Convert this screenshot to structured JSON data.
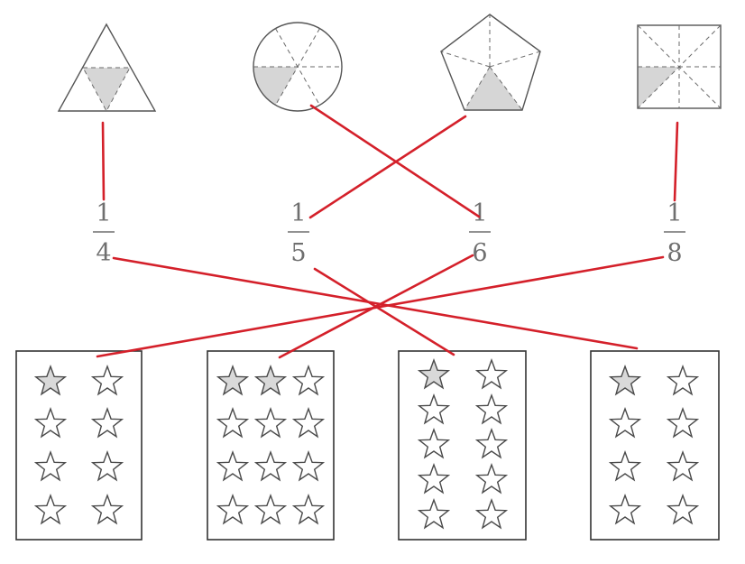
{
  "fractions": [
    {
      "numerator": "1",
      "denominator": "4"
    },
    {
      "numerator": "1",
      "denominator": "5"
    },
    {
      "numerator": "1",
      "denominator": "6"
    },
    {
      "numerator": "1",
      "denominator": "8"
    }
  ],
  "shapes": [
    {
      "kind": "triangle",
      "parts": 4,
      "shaded": 1
    },
    {
      "kind": "circle",
      "parts": 6,
      "shaded": 1
    },
    {
      "kind": "pentagon",
      "parts": 5,
      "shaded": 1
    },
    {
      "kind": "square",
      "parts": 8,
      "shaded": 1
    }
  ],
  "star_groups": [
    {
      "stars": 8,
      "shaded": 1
    },
    {
      "stars": 12,
      "shaded": 2
    },
    {
      "stars": 10,
      "shaded": 1
    },
    {
      "stars": 8,
      "shaded": 1
    }
  ],
  "matches": {
    "shape_to_fraction": [
      [
        0,
        0
      ],
      [
        1,
        2
      ],
      [
        2,
        1
      ],
      [
        3,
        3
      ]
    ],
    "fraction_to_group": [
      [
        0,
        3
      ],
      [
        1,
        2
      ],
      [
        2,
        1
      ],
      [
        3,
        0
      ]
    ]
  },
  "colors": {
    "line": "#d4202a",
    "shade": "#d6d6d6",
    "text": "#6f6f6f"
  }
}
